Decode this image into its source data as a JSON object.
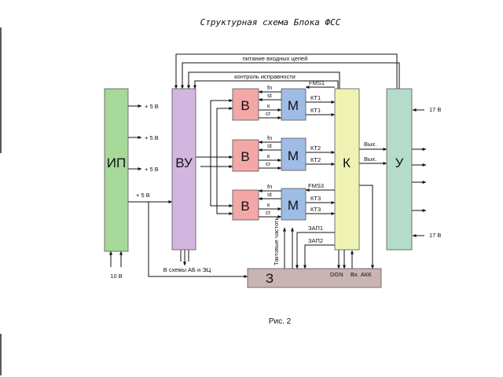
{
  "title": "Структурная схема Блока ФСС",
  "caption": "Рис. 2",
  "colors": {
    "ip": "#a6d89a",
    "vu": "#d3b6df",
    "b": "#f4a7a7",
    "m": "#9fbde4",
    "k": "#eef3b4",
    "u": "#b5dcc8",
    "z": "#c9b3b3"
  },
  "blocks": {
    "ip": "ИП",
    "vu": "ВУ",
    "b1": "В",
    "b2": "В",
    "b3": "В",
    "m1": "М",
    "m2": "М",
    "m3": "М",
    "k": "К",
    "u": "У",
    "z": "З"
  },
  "labels": {
    "power_in": "питание входных цепей",
    "control": "контроль исправности",
    "plus5_1": "+ 5 В",
    "plus5_2": "+ 5 В",
    "plus5_3": "+ 5 В",
    "plus5_4": "+ 5 В",
    "in10": "10 В",
    "to_ab": "В схемы АБ и ЭЦ",
    "clock": "Тактовые частоты",
    "fms1": "FMS1",
    "kt1a": "КТ1",
    "kt1b": "КТ1",
    "kt2a": "КТ2",
    "kt2b": "КТ2",
    "fms3": "FMS3",
    "kt3a": "КТ3",
    "kt3b": "КТ3",
    "zap1": "ЗАП1",
    "zap2": "ЗАП2",
    "out1": "Вых.",
    "out2": "Вых.",
    "dgn": "DGN",
    "akk": "Вх. АКК",
    "v17a": "17 В",
    "v17b": "17 В",
    "fn1": "fn",
    "st1": "st",
    "k1": "к",
    "cg1": "сг",
    "fn2": "fn",
    "st2": "st",
    "k2": "к",
    "cg2": "сг",
    "fn3": "fn",
    "st3": "st",
    "k3": "к",
    "cg3": "сг"
  }
}
